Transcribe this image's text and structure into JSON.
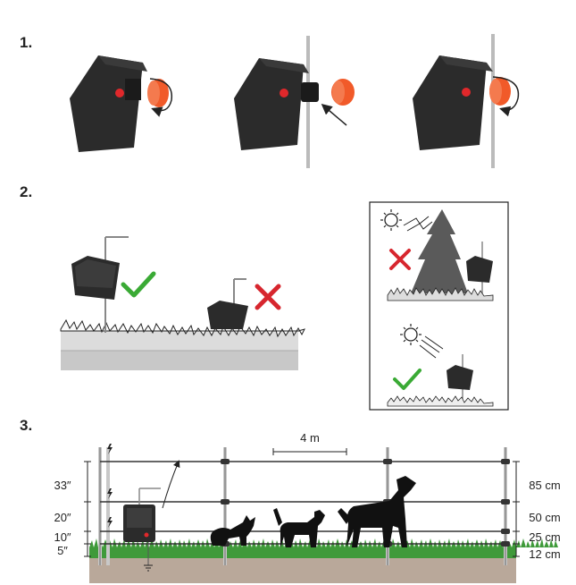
{
  "steps": {
    "one": "1.",
    "two": "2.",
    "three": "3."
  },
  "step3": {
    "spacing": "4 m",
    "imperial": [
      "33″",
      "20″",
      "10″",
      "5″"
    ],
    "metric": [
      "85 cm",
      "50 cm",
      "25 cm",
      "12 cm"
    ]
  },
  "colors": {
    "accent_orange": "#f15a29",
    "check_green": "#3aaa35",
    "cross_red": "#d7262e",
    "device": "#2b2b2b",
    "ground_green": "#3f9a3a",
    "soil": "#b9a89a"
  },
  "icons": [
    "rotate-arrow-icon",
    "pointer-arrow-icon",
    "checkmark-icon",
    "cross-icon",
    "sun-icon",
    "lightning-icon",
    "ground-icon"
  ]
}
